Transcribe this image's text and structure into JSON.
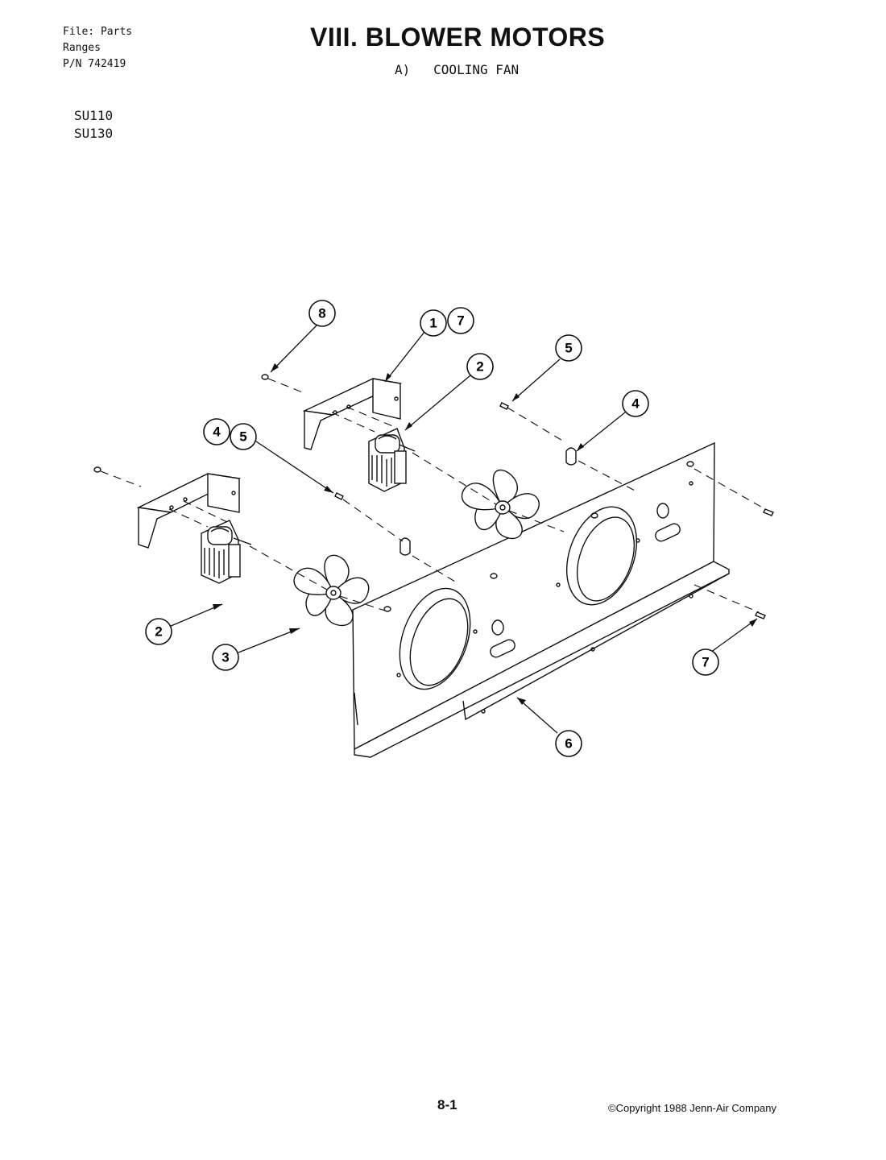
{
  "header": {
    "file_lines": [
      "File: Parts",
      "Ranges",
      "P/N 742419"
    ],
    "title": "VIII.  BLOWER MOTORS",
    "subtitle": "A)   COOLING FAN",
    "models": [
      "SU110",
      "SU130"
    ]
  },
  "callouts": [
    {
      "name": "callout-8",
      "label": "8"
    },
    {
      "name": "callout-1",
      "label": "1"
    },
    {
      "name": "callout-7-top",
      "label": "7"
    },
    {
      "name": "callout-2-upper",
      "label": "2"
    },
    {
      "name": "callout-5-right",
      "label": "5"
    },
    {
      "name": "callout-4-right",
      "label": "4"
    },
    {
      "name": "callout-4-left",
      "label": "4"
    },
    {
      "name": "callout-5-left",
      "label": "5"
    },
    {
      "name": "callout-2-lower",
      "label": "2"
    },
    {
      "name": "callout-3",
      "label": "3"
    },
    {
      "name": "callout-7-bottom",
      "label": "7"
    },
    {
      "name": "callout-6",
      "label": "6"
    }
  ],
  "footer": {
    "page_number": "8-1",
    "copyright": "©Copyright 1988 Jenn-Air Company"
  }
}
